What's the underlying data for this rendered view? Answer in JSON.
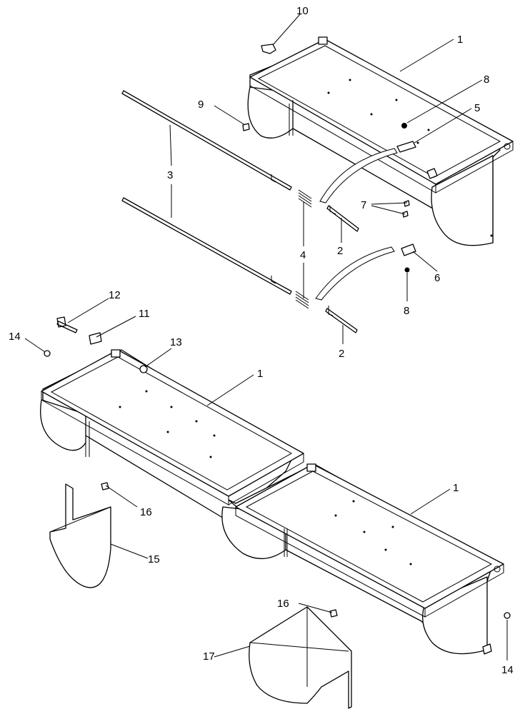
{
  "callouts": {
    "c1a": "1",
    "c1b": "1",
    "c1c": "1",
    "c2a": "2",
    "c2b": "2",
    "c3": "3",
    "c4": "4",
    "c5": "5",
    "c6": "6",
    "c7": "7",
    "c8a": "8",
    "c8b": "8",
    "c9": "9",
    "c10": "10",
    "c11": "11",
    "c12": "12",
    "c13": "13",
    "c14a": "14",
    "c14b": "14",
    "c15": "15",
    "c16a": "16",
    "c16b": "16",
    "c17": "17"
  },
  "colors": {
    "line": "#000000",
    "background": "#ffffff"
  }
}
